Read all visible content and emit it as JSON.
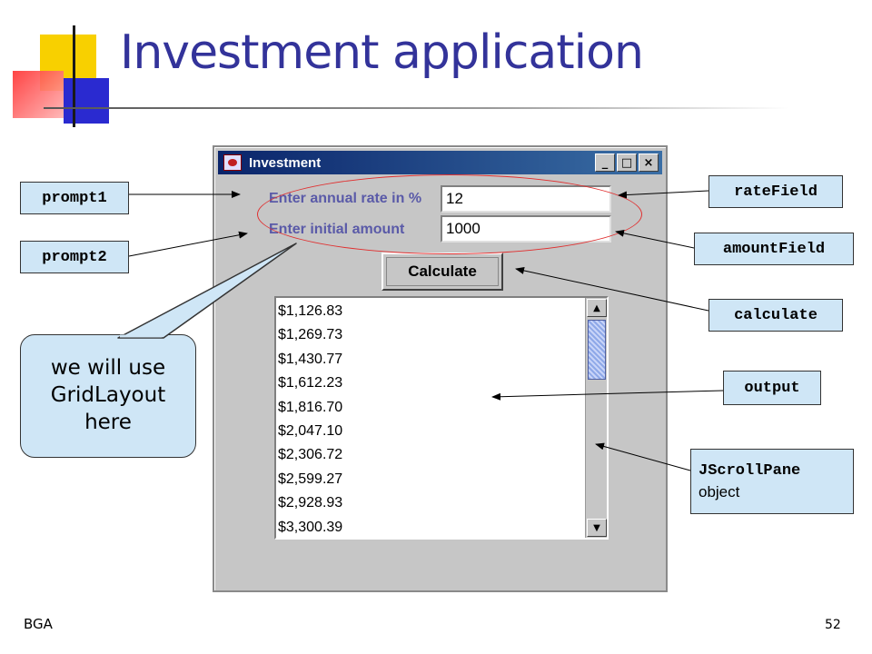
{
  "slide": {
    "title": "Investment application",
    "footer_left": "BGA",
    "page_number": "52"
  },
  "window": {
    "title": "Investment",
    "minimize": "_",
    "maximize": "□",
    "close": "×",
    "prompt1": "Enter annual rate in %",
    "prompt2": "Enter initial amount",
    "rate_value": "12",
    "amount_value": "1000",
    "calculate_label": "Calculate",
    "output_lines": [
      "$1,126.83",
      "$1,269.73",
      "$1,430.77",
      "$1,612.23",
      "$1,816.70",
      "$2,047.10",
      "$2,306.72",
      "$2,599.27",
      "$2,928.93",
      "$3,300.39"
    ],
    "scroll_up": "▲",
    "scroll_down": "▼"
  },
  "annotations": {
    "prompt1": "prompt1",
    "prompt2": "prompt2",
    "rateField": "rateField",
    "amountField": "amountField",
    "calculate": "calculate",
    "output": "output",
    "jscrollpane": "JScrollPane",
    "jscrollpane_sub": "object",
    "speech": "we will use GridLayout here"
  },
  "colors": {
    "title": "#33339a",
    "callout_bg": "#cfe6f6",
    "ellipse": "#e03030"
  }
}
